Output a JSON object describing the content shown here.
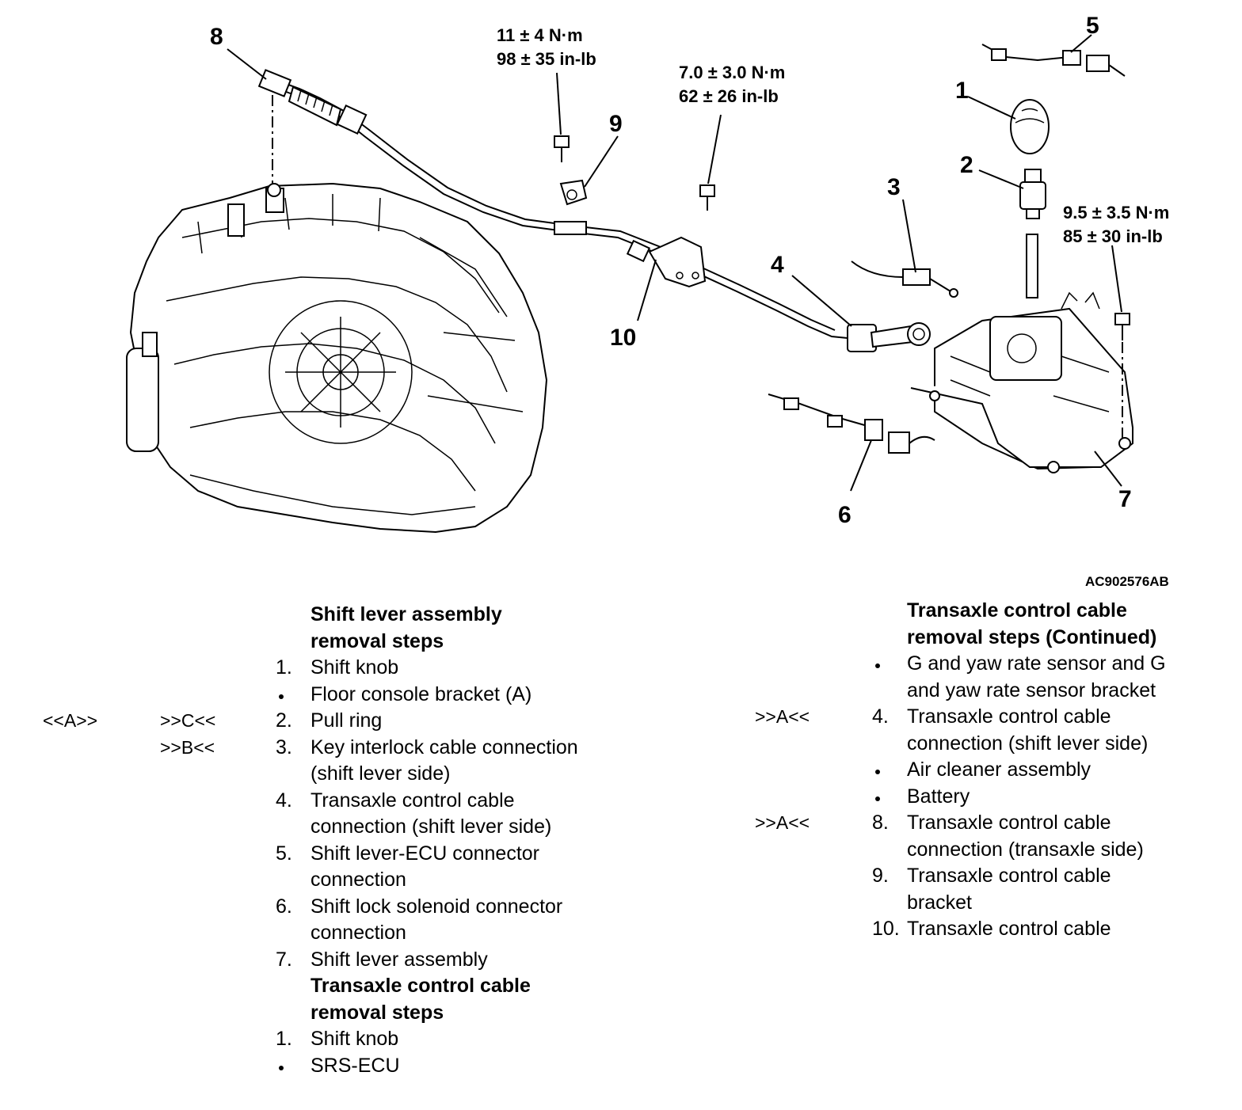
{
  "figure": {
    "figure_id": "AC902576AB",
    "callouts": [
      "1",
      "2",
      "3",
      "4",
      "5",
      "6",
      "7",
      "8",
      "9",
      "10"
    ],
    "torques": {
      "t9_nm": "11 ± 4 N·m",
      "t9_inlb": "98 ± 35 in-lb",
      "t10_nm": "7.0 ± 3.0 N·m",
      "t10_inlb": "62 ± 26 in-lb",
      "t7_nm": "9.5 ± 3.5 N·m",
      "t7_inlb": "85 ± 30 in-lb"
    }
  },
  "left_column": {
    "heading1_line1": "Shift lever assembly",
    "heading1_line2": "removal steps",
    "items1": [
      {
        "marker": "1.",
        "lines": [
          "Shift knob"
        ]
      },
      {
        "marker": "•",
        "lines": [
          "Floor console bracket (A)"
        ]
      },
      {
        "marker": "2.",
        "lines": [
          "Pull ring"
        ],
        "ref_a": "<<A>>",
        "ref_b": ">>C<<"
      },
      {
        "marker": "3.",
        "lines": [
          "Key interlock cable connection",
          "(shift lever side)"
        ],
        "ref_b": ">>B<<"
      },
      {
        "marker": "4.",
        "lines": [
          "Transaxle control cable",
          "connection (shift lever side)"
        ]
      },
      {
        "marker": "5.",
        "lines": [
          "Shift lever-ECU connector",
          "connection"
        ]
      },
      {
        "marker": "6.",
        "lines": [
          "Shift lock solenoid connector",
          "connection"
        ]
      },
      {
        "marker": "7.",
        "lines": [
          "Shift lever assembly"
        ]
      }
    ],
    "heading2_line1": "Transaxle control cable",
    "heading2_line2": "removal steps",
    "items2": [
      {
        "marker": "1.",
        "lines": [
          "Shift knob"
        ]
      },
      {
        "marker": "•",
        "lines": [
          "SRS-ECU"
        ]
      }
    ]
  },
  "right_column": {
    "heading_line1": "Transaxle control cable",
    "heading_line2": "removal steps (Continued)",
    "items": [
      {
        "marker": "•",
        "lines": [
          "G and yaw rate sensor and G",
          "and yaw rate sensor bracket"
        ]
      },
      {
        "marker": "4.",
        "lines": [
          "Transaxle control cable",
          "connection (shift lever side)"
        ],
        "ref": ">>A<<"
      },
      {
        "marker": "•",
        "lines": [
          "Air cleaner assembly"
        ]
      },
      {
        "marker": "•",
        "lines": [
          "Battery"
        ]
      },
      {
        "marker": "8.",
        "lines": [
          "Transaxle control cable",
          "connection (transaxle side)"
        ],
        "ref": ">>A<<"
      },
      {
        "marker": "9.",
        "lines": [
          "Transaxle control cable",
          "bracket"
        ]
      },
      {
        "marker": "10.",
        "lines": [
          "Transaxle control cable"
        ]
      }
    ]
  }
}
